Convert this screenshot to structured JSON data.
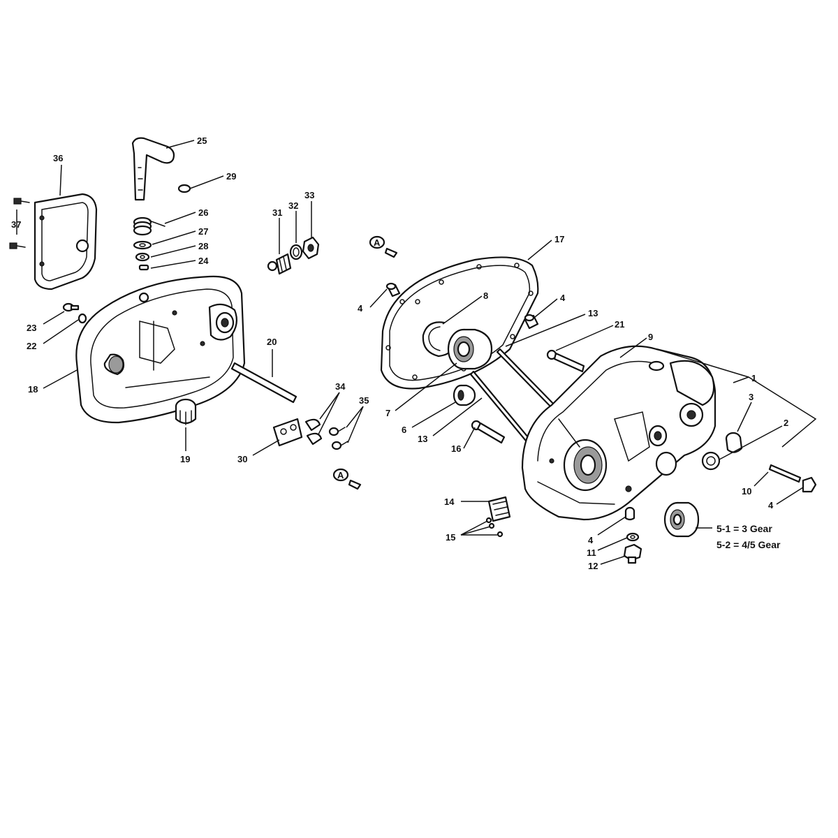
{
  "callouts": {
    "c1": "1",
    "c2": "2",
    "c3": "3",
    "c4a": "4",
    "c4b": "4",
    "c4c": "4",
    "c4d": "4",
    "c6": "6",
    "c7": "7",
    "c8": "8",
    "c9": "9",
    "c10": "10",
    "c11": "11",
    "c12": "12",
    "c13a": "13",
    "c13b": "13",
    "c14": "14",
    "c15": "15",
    "c16": "16",
    "c17": "17",
    "c18": "18",
    "c19": "19",
    "c20": "20",
    "c21": "21",
    "c22": "22",
    "c23": "23",
    "c24": "24",
    "c25": "25",
    "c26": "26",
    "c27": "27",
    "c28": "28",
    "c29": "29",
    "c30": "30",
    "c31": "31",
    "c32": "32",
    "c33": "33",
    "c34": "34",
    "c35": "35",
    "c36": "36",
    "c37": "37"
  },
  "notes": {
    "gear3": "5-1 = 3 Gear",
    "gear45": "5-2 = 4/5 Gear"
  },
  "markers": {
    "arrow_top": "A",
    "arrow_bottom": "A"
  }
}
